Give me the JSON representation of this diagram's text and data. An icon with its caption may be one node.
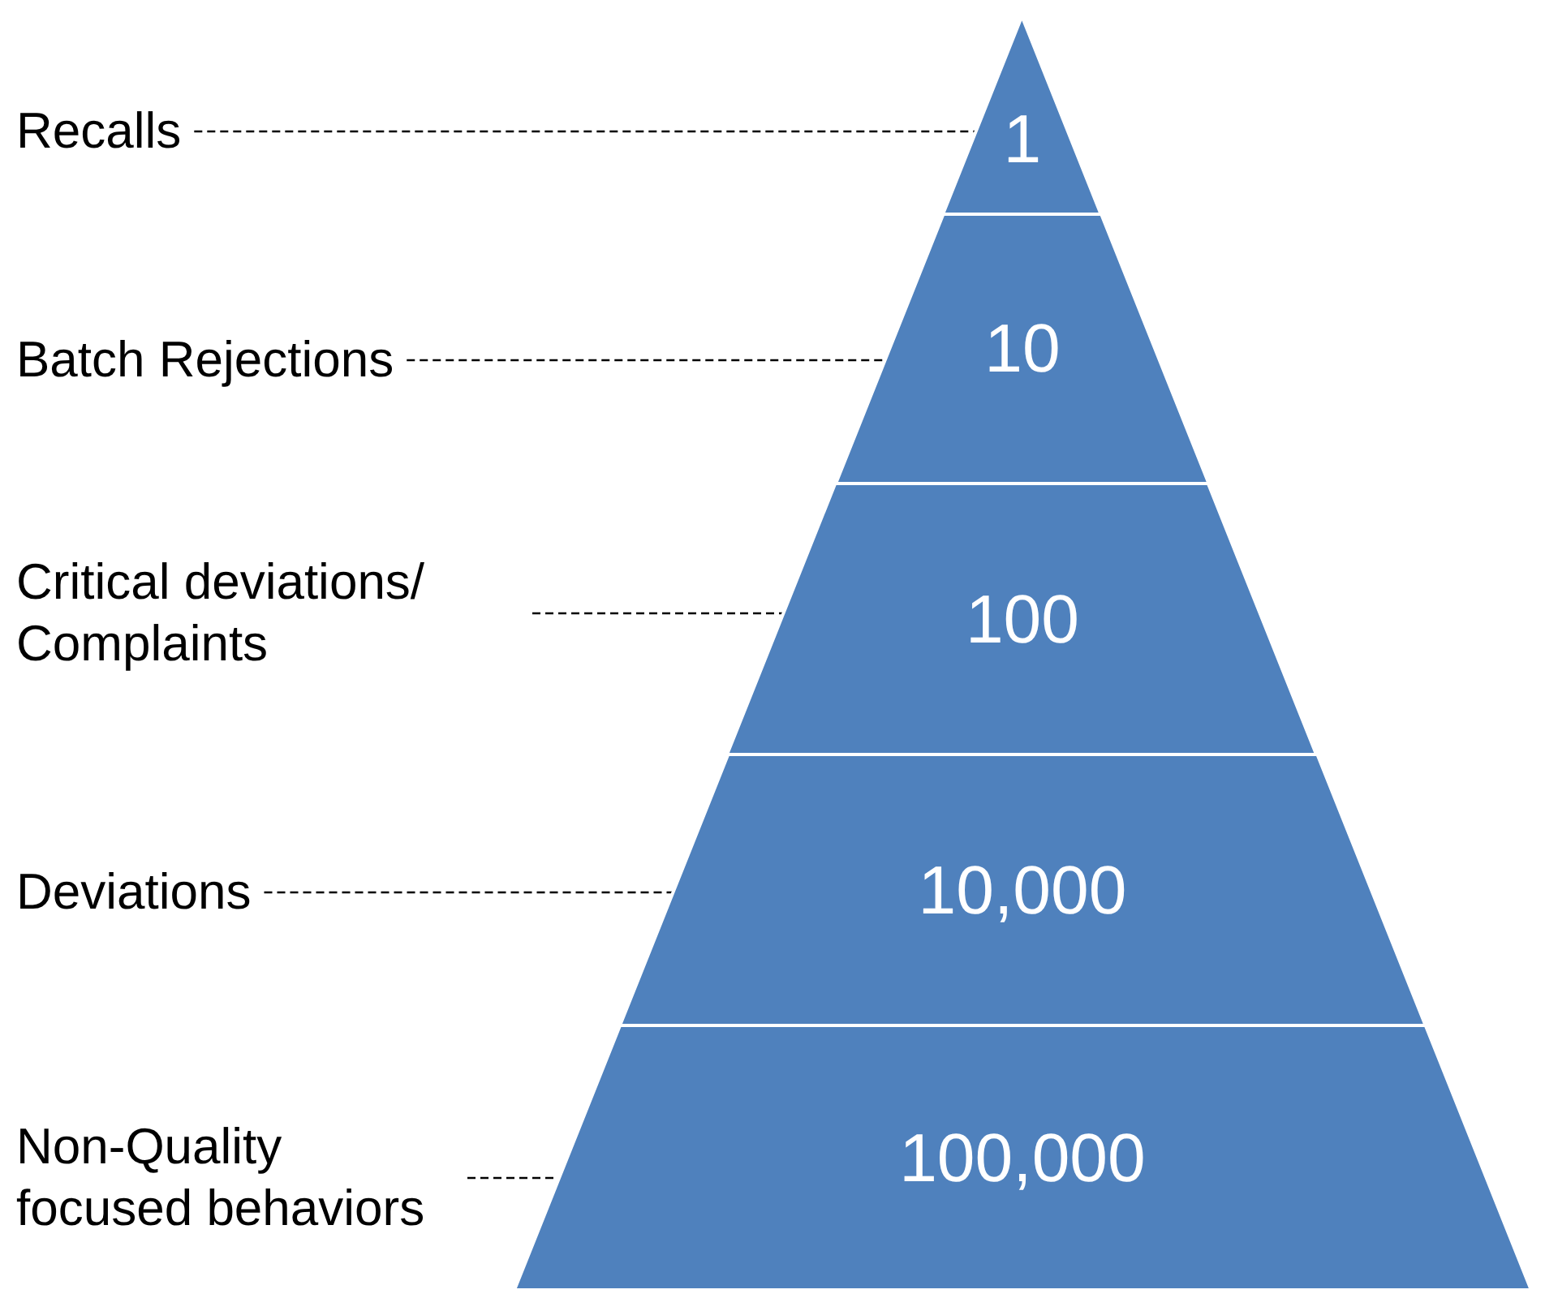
{
  "diagram": {
    "nodes": [
      {
        "text": [
          "Recalls"
        ]
      },
      {
        "text": [
          "Batch Rejections"
        ]
      },
      {
        "text": [
          "Critical deviations/ Complaints"
        ]
      },
      {
        "text": [
          "Deviations"
        ]
      },
      {
        "text": [
          "Non-Quality focused behaviors"
        ]
      },
      {
        "text": [
          "1"
        ]
      },
      {
        "text": [
          "10"
        ]
      },
      {
        "text": [
          "100"
        ]
      },
      {
        "text": [
          "10,000"
        ]
      },
      {
        "text": [
          "100,000"
        ]
      }
    ],
    "edges": [
      {
        "from": 0,
        "to": 5,
        "arrow": "none",
        "style": "dashed"
      },
      {
        "from": 1,
        "to": 6,
        "arrow": "none",
        "style": "dashed"
      },
      {
        "from": 2,
        "to": 7,
        "arrow": "none",
        "style": "dashed"
      },
      {
        "from": 3,
        "to": 8,
        "arrow": "none",
        "style": "dashed"
      },
      {
        "from": 4,
        "to": 9,
        "arrow": "none",
        "style": "dashed"
      }
    ]
  }
}
